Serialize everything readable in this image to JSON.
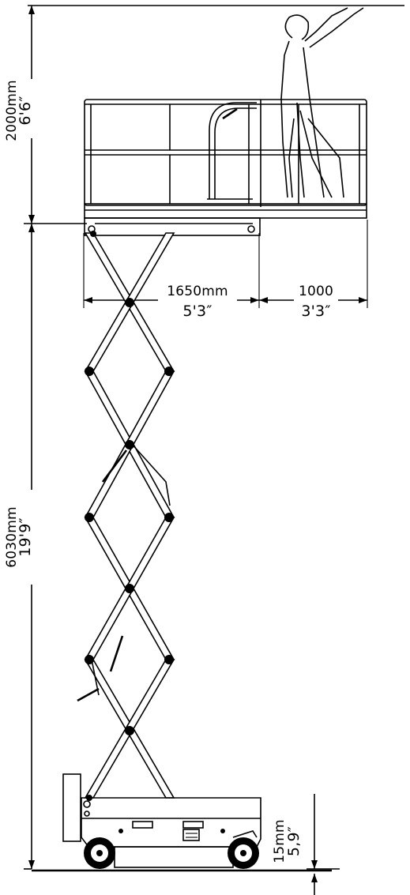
{
  "dimensions": {
    "guardrail_height": {
      "metric": "2000mm",
      "imperial": "6'6″"
    },
    "platform_height": {
      "metric": "6030mm",
      "imperial": "19'9″"
    },
    "platform_length": {
      "metric": "1650mm",
      "imperial": "5'3″"
    },
    "extension_length": {
      "metric": "1000",
      "imperial": "3'3″"
    },
    "ground_clearance": {
      "metric": "15mm",
      "imperial": "5,9″"
    }
  },
  "icons": [
    "person-figure-icon",
    "scissor-lift-icon",
    "wheel-icon"
  ]
}
